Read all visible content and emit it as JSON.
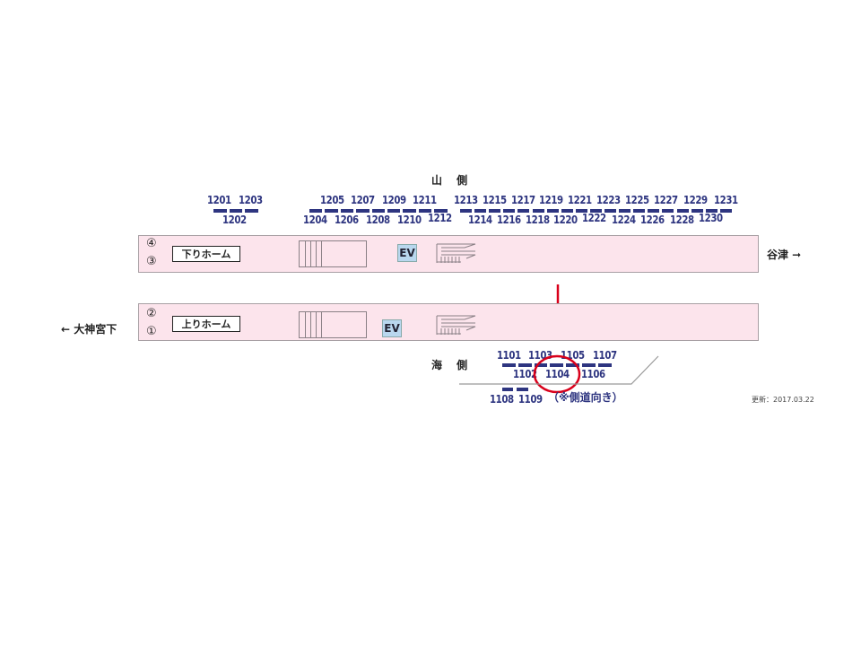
{
  "diagram": {
    "mountain_side_label": "山 側",
    "sea_side_label": "海 側",
    "upper_numbers_top": [
      "1201",
      "1203",
      "1205",
      "1207",
      "1209",
      "1211",
      "1213",
      "1215",
      "1217",
      "1219",
      "1221",
      "1223",
      "1225",
      "1227",
      "1229",
      "1231"
    ],
    "upper_numbers_bottom": [
      "1202",
      "1204",
      "1206",
      "1208",
      "1210",
      "1212",
      "1214",
      "1216",
      "1218",
      "1220",
      "1222",
      "1224",
      "1226",
      "1228",
      "1230"
    ],
    "platform_down": {
      "track_top": "④",
      "track_bottom": "③",
      "name": "下りホーム",
      "ev_label": "EV"
    },
    "platform_up": {
      "track_top": "②",
      "track_bottom": "①",
      "name": "上りホーム",
      "ev_label": "EV"
    },
    "direction_right": "谷津 ➞",
    "direction_left": "← 大神宮下",
    "lower_numbers_top": [
      "1101",
      "1103",
      "1105",
      "1107"
    ],
    "lower_numbers_bottom": [
      "1102",
      "1104",
      "1106"
    ],
    "side_road_numbers": [
      "1108",
      "1109"
    ],
    "side_road_note": "（※側道向き）",
    "highlighted_number": "1104",
    "updated": "更新：2017.03.22",
    "accent_color": "#2e3580",
    "highlight_color": "#d9001b",
    "platform_color": "#fce4ec"
  }
}
